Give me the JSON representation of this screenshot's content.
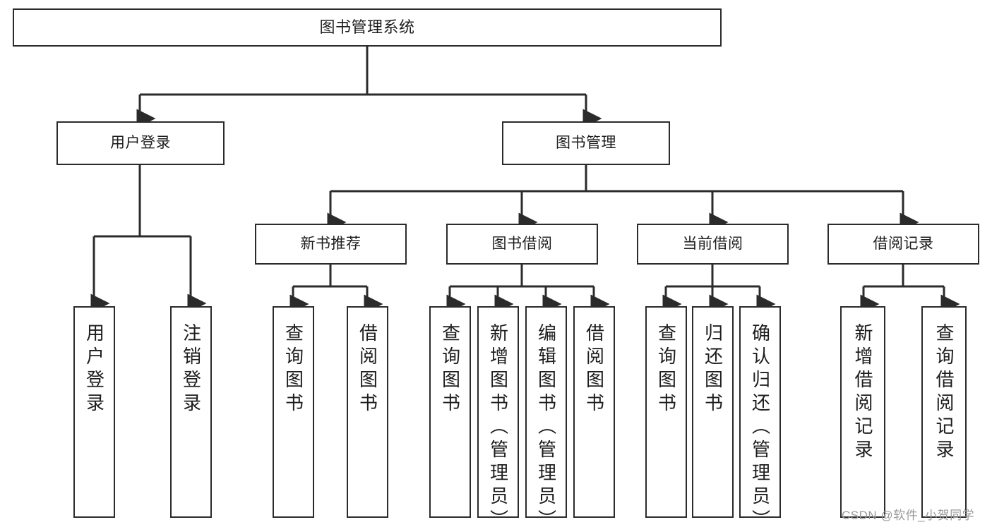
{
  "diagram": {
    "type": "tree-hierarchy",
    "title": "图书管理系统",
    "root": {
      "label": "图书管理系统"
    },
    "level2": [
      {
        "id": "user-login",
        "label": "用户登录"
      },
      {
        "id": "book-management",
        "label": "图书管理"
      }
    ],
    "level3": [
      {
        "id": "new-book-recommend",
        "label": "新书推荐",
        "parent": "book-management"
      },
      {
        "id": "book-borrow",
        "label": "图书借阅",
        "parent": "book-management"
      },
      {
        "id": "current-borrow",
        "label": "当前借阅",
        "parent": "book-management"
      },
      {
        "id": "borrow-record",
        "label": "借阅记录",
        "parent": "book-management"
      }
    ],
    "leaves": {
      "user_login": [
        {
          "id": "leaf-user-login",
          "label": "用户登录"
        },
        {
          "id": "leaf-user-logout",
          "label": "注销登录"
        }
      ],
      "new_book_recommend": [
        {
          "id": "leaf-query-book-1",
          "label": "查询图书"
        },
        {
          "id": "leaf-borrow-book-1",
          "label": "借阅图书"
        }
      ],
      "book_borrow": [
        {
          "id": "leaf-query-book-2",
          "label": "查询图书"
        },
        {
          "id": "leaf-add-book",
          "label": "新增图书（管理员）"
        },
        {
          "id": "leaf-edit-book",
          "label": "编辑图书（管理员）"
        },
        {
          "id": "leaf-borrow-book-2",
          "label": "借阅图书"
        }
      ],
      "current_borrow": [
        {
          "id": "leaf-query-book-3",
          "label": "查询图书"
        },
        {
          "id": "leaf-return-book",
          "label": "归还图书"
        },
        {
          "id": "leaf-confirm-return",
          "label": "确认归还（管理员）"
        }
      ],
      "borrow_record": [
        {
          "id": "leaf-add-record",
          "label": "新增借阅记录"
        },
        {
          "id": "leaf-query-record",
          "label": "查询借阅记录"
        }
      ]
    },
    "colors": {
      "border": "#2b2b2b",
      "background": "#ffffff",
      "text": "#1d1d1d",
      "watermark": "#9a9a9a"
    }
  },
  "watermark": {
    "text": "CSDN @软件_小贺同学"
  }
}
